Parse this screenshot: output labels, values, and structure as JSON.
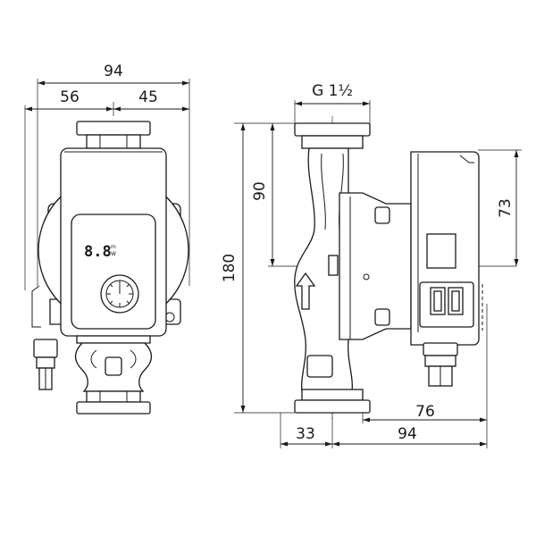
{
  "dimensions": {
    "front_width": "94",
    "front_left": "56",
    "front_right": "45",
    "thread": "G 1½",
    "side_height": "180",
    "side_upper": "90",
    "side_right_height": "73",
    "side_bottom_left": "33",
    "side_bottom_right": "94",
    "side_bottom_mid": "76"
  },
  "display": {
    "digits": "8.8",
    "unit_top": "m",
    "unit_bottom": "W"
  }
}
